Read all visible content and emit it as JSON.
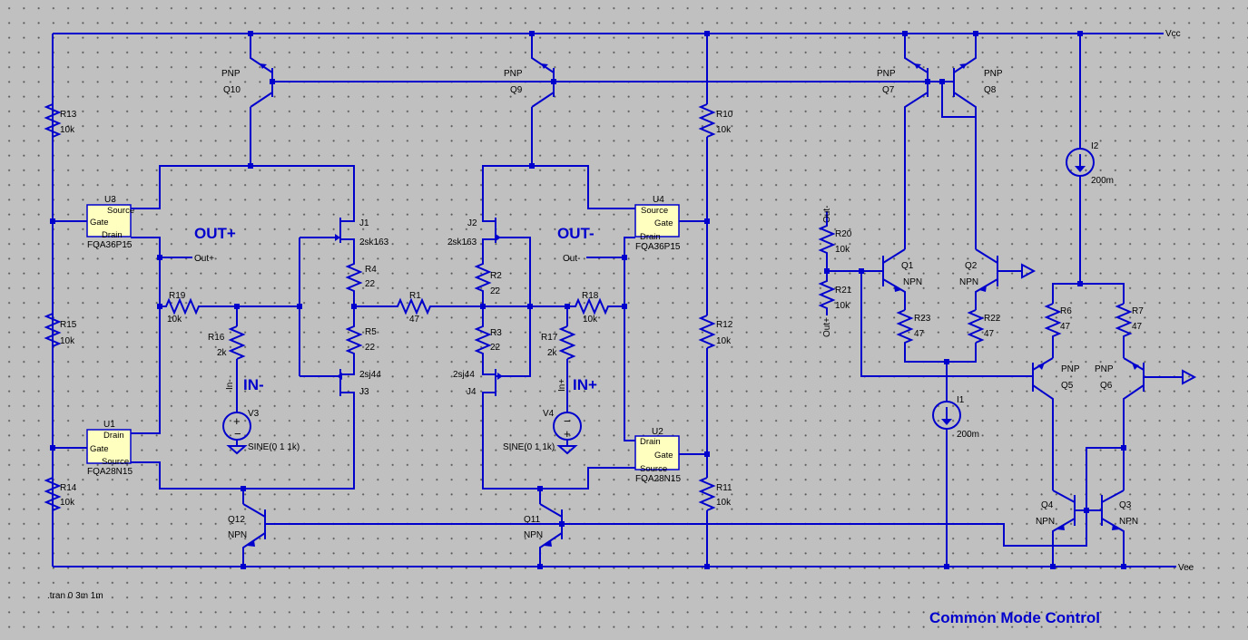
{
  "rails": {
    "vcc": "Vcc",
    "vee": "Vee"
  },
  "labels": {
    "out_plus": "OUT+",
    "out_minus": "OUT-",
    "in_minus": "IN-",
    "in_plus": "IN+",
    "cmc_title": "Common Mode Control",
    "directive": ".tran 0 3m 1m"
  },
  "nets": {
    "out_plus": "Out+",
    "out_minus": "Out-",
    "in_minus": "In-",
    "in_plus": "In+",
    "out_minus_v": "Out-",
    "out_plus_v": "Out+"
  },
  "transistors": {
    "Q10": {
      "name": "Q10",
      "type": "PNP"
    },
    "Q9": {
      "name": "Q9",
      "type": "PNP"
    },
    "Q7": {
      "name": "Q7",
      "type": "PNP"
    },
    "Q8": {
      "name": "Q8",
      "type": "PNP"
    },
    "Q1": {
      "name": "Q1",
      "type": "NPN"
    },
    "Q2": {
      "name": "Q2",
      "type": "NPN"
    },
    "Q5": {
      "name": "Q5",
      "type": "PNP"
    },
    "Q6": {
      "name": "Q6",
      "type": "PNP"
    },
    "Q4": {
      "name": "Q4",
      "type": "NPN"
    },
    "Q3": {
      "name": "Q3",
      "type": "NPN"
    },
    "Q12": {
      "name": "Q12",
      "type": "NPN"
    },
    "Q11": {
      "name": "Q11",
      "type": "NPN"
    }
  },
  "jfets": {
    "J1": {
      "name": "J1",
      "model": "2sk163"
    },
    "J2": {
      "name": "J2",
      "model": "2sk163"
    },
    "J3": {
      "name": "J3",
      "model": "2sj44"
    },
    "J4": {
      "name": "J4",
      "model": "2sj44"
    }
  },
  "resistors": {
    "R13": {
      "name": "R13",
      "value": "10k"
    },
    "R15": {
      "name": "R15",
      "value": "10k"
    },
    "R14": {
      "name": "R14",
      "value": "10k"
    },
    "R19": {
      "name": "R19",
      "value": "10k"
    },
    "R16": {
      "name": "R16",
      "value": "2k"
    },
    "R4": {
      "name": "R4",
      "value": "22"
    },
    "R5": {
      "name": "R5",
      "value": "22"
    },
    "R1": {
      "name": "R1",
      "value": "47"
    },
    "R2": {
      "name": "R2",
      "value": "22"
    },
    "R3": {
      "name": "R3",
      "value": "22"
    },
    "R18": {
      "name": "R18",
      "value": "10k"
    },
    "R17": {
      "name": "R17",
      "value": "2k"
    },
    "R10": {
      "name": "R10",
      "value": "10k"
    },
    "R12": {
      "name": "R12",
      "value": "10k"
    },
    "R11": {
      "name": "R11",
      "value": "10k"
    },
    "R20": {
      "name": "R20",
      "value": "10k"
    },
    "R21": {
      "name": "R21",
      "value": "10k"
    },
    "R23": {
      "name": "R23",
      "value": "47"
    },
    "R22": {
      "name": "R22",
      "value": "47"
    },
    "R6": {
      "name": "R6",
      "value": "47"
    },
    "R7": {
      "name": "R7",
      "value": "47"
    }
  },
  "sources": {
    "V3": {
      "name": "V3",
      "value": "SINE(0 1 1k)"
    },
    "V4": {
      "name": "V4",
      "value": "SINE(0 1 1k)"
    },
    "I1": {
      "name": "I1",
      "value": "200m"
    },
    "I2": {
      "name": "I2",
      "value": "200m"
    }
  },
  "fets": {
    "U3": {
      "name": "U3",
      "model": "FQA36P15",
      "pin_top": "Source",
      "pin_mid": "Gate",
      "pin_bot": "Drain"
    },
    "U1": {
      "name": "U1",
      "model": "FQA28N15",
      "pin_top": "Drain",
      "pin_mid": "Gate",
      "pin_bot": "Source"
    },
    "U4": {
      "name": "U4",
      "model": "FQA36P15",
      "pin_top": "Source",
      "pin_mid": "Gate",
      "pin_bot": "Drain"
    },
    "U2": {
      "name": "U2",
      "model": "FQA28N15",
      "pin_top": "Drain",
      "pin_mid": "Gate",
      "pin_bot": "Source"
    }
  },
  "colors": {
    "wire": "#0000cd",
    "background": "#c0c0c0",
    "fet_fill": "#ffffc0"
  }
}
